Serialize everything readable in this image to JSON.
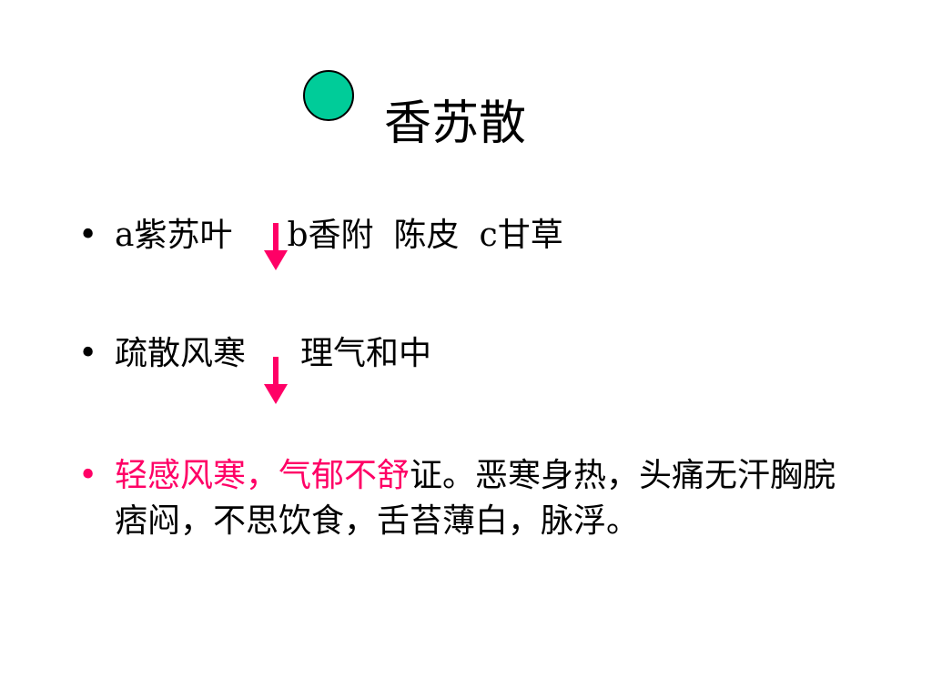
{
  "title": "香苏散",
  "colors": {
    "circle_fill": "#00cc99",
    "arrow": "#ff0066",
    "highlight_text": "#ff0066",
    "body_text": "#000000"
  },
  "bullet_symbol": "•",
  "bullets": {
    "ingredients": {
      "a_label": "a紫苏叶",
      "b_label": "b香附",
      "b_extra": "陈皮",
      "c_label": "c甘草"
    },
    "effects": {
      "first": "疏散风寒",
      "second": "理气和中"
    },
    "indication": {
      "highlight": "轻感风寒，气郁不舒",
      "rest": "证。恶寒身热，头痛无汗胸脘痞闷，不思饮食，舌苔薄白，脉浮。"
    }
  },
  "icons": {
    "title_marker": "green-circle-icon",
    "flow_arrow": "down-arrow-icon"
  }
}
